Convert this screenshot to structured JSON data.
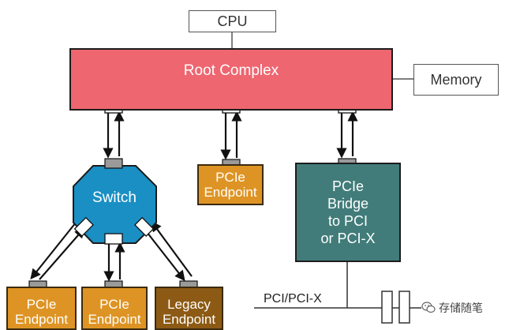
{
  "labels": {
    "cpu": "CPU",
    "root_complex": "Root Complex",
    "memory": "Memory",
    "switch": "Switch",
    "endpoint_mid_l1": "PCIe",
    "endpoint_mid_l2": "Endpoint",
    "endpoint_left_l1": "PCIe",
    "endpoint_left_l2": "Endpoint",
    "endpoint_center_l1": "PCIe",
    "endpoint_center_l2": "Endpoint",
    "legacy_l1": "Legacy",
    "legacy_l2": "Endpoint",
    "bridge_l1": "PCIe",
    "bridge_l2": "Bridge",
    "bridge_l3": "to PCI",
    "bridge_l4": "or PCI-X",
    "bus": "PCI/PCI-X"
  },
  "watermark": {
    "text": "存储随笔",
    "icon": "wechat-icon"
  },
  "colors": {
    "root_complex": "#ee6670",
    "switch": "#1a8fc4",
    "endpoint": "#de9424",
    "legacy": "#8c5a14",
    "bridge": "#417c7a",
    "port": "#9a9a9a"
  }
}
